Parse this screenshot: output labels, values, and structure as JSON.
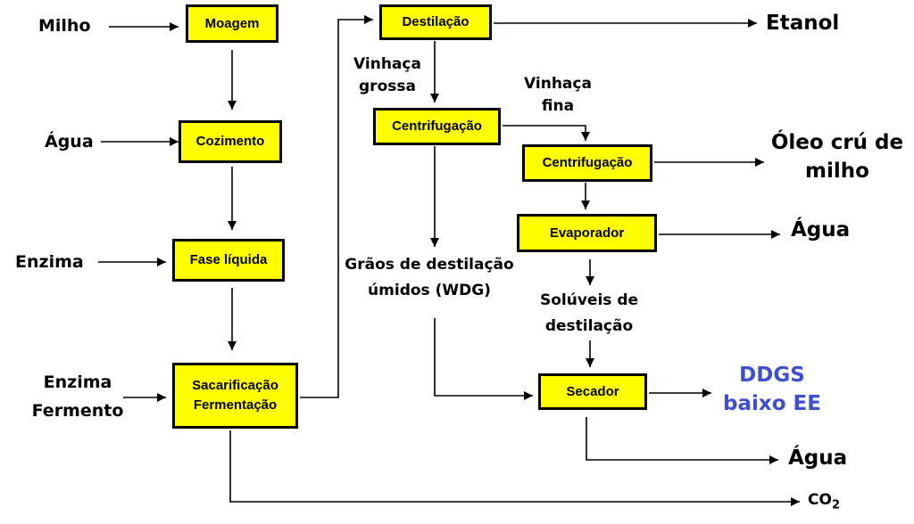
{
  "colors": {
    "box_fill": "#ffff00",
    "line": "#000000",
    "ddgs": "#3f4fd0"
  },
  "boxes": {
    "moagem": "Moagem",
    "cozimento": "Cozimento",
    "fase_liquida": "Fase líquida",
    "sacarificacao": "Sacarificação",
    "fermentacao": "Fermentação",
    "destilacao": "Destilação",
    "centrifugacao1": "Centrifugação",
    "centrifugacao2": "Centrifugação",
    "evaporador": "Evaporador",
    "secador": "Secador"
  },
  "inputs": {
    "milho": "Milho",
    "agua": "Água",
    "enzima": "Enzima",
    "enzima2": "Enzima",
    "fermento": "Fermento"
  },
  "streams": {
    "vinhaca_grossa_1": "Vinhaça",
    "vinhaca_grossa_2": "grossa",
    "vinhaca_fina_1": "Vinhaça",
    "vinhaca_fina_2": "fina",
    "wdg_1": "Grãos de destilação",
    "wdg_2": "úmidos (WDG)",
    "soluveis_1": "Solúveis de",
    "soluveis_2": "destilação"
  },
  "outputs": {
    "etanol": "Etanol",
    "oleo_1": "Óleo crú de",
    "oleo_2": "milho",
    "agua_evaporador": "Água",
    "ddgs_1": "DDGS",
    "ddgs_2": "baixo EE",
    "agua_secador": "Água",
    "co2_main": "CO",
    "co2_sub": "2"
  }
}
